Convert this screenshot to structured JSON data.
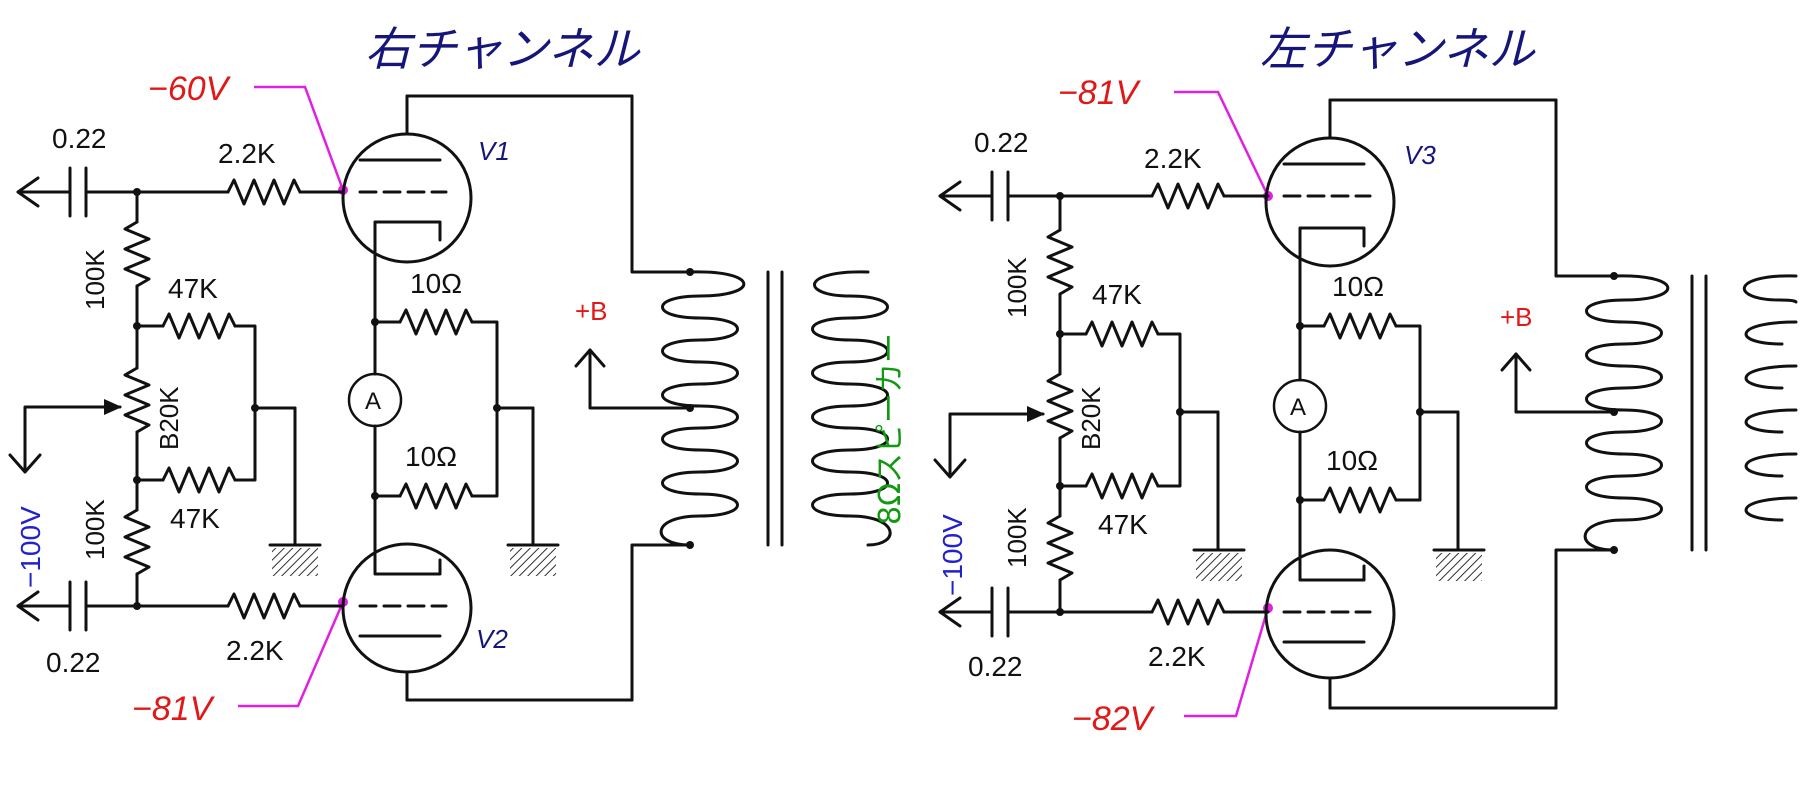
{
  "diagram": {
    "right_channel": {
      "title": "右チャンネル",
      "grid_voltage_upper": "−60V",
      "grid_voltage_lower": "−81V",
      "tube_upper": "V1",
      "tube_lower": "V2",
      "speaker_label": "8Ωスピーカー"
    },
    "left_channel": {
      "title": "左チャンネル",
      "grid_voltage_upper": "−81V",
      "grid_voltage_lower": "−82V",
      "tube_upper": "V3",
      "tube_lower": ""
    },
    "components": {
      "capacitor": "0.22",
      "grid_resistor": "2.2K",
      "bias_resistor": "100K",
      "pot": "B20K",
      "pot_arm_resistor": "47K",
      "cathode_resistor": "10Ω",
      "meter": "A",
      "b_plus": "+B",
      "bias_supply": "−100V"
    },
    "colors": {
      "title": "#16167a",
      "voltage": "#e01818",
      "lead": "#e020e0",
      "bias_supply": "#2222cc",
      "speaker": "#119911"
    }
  }
}
